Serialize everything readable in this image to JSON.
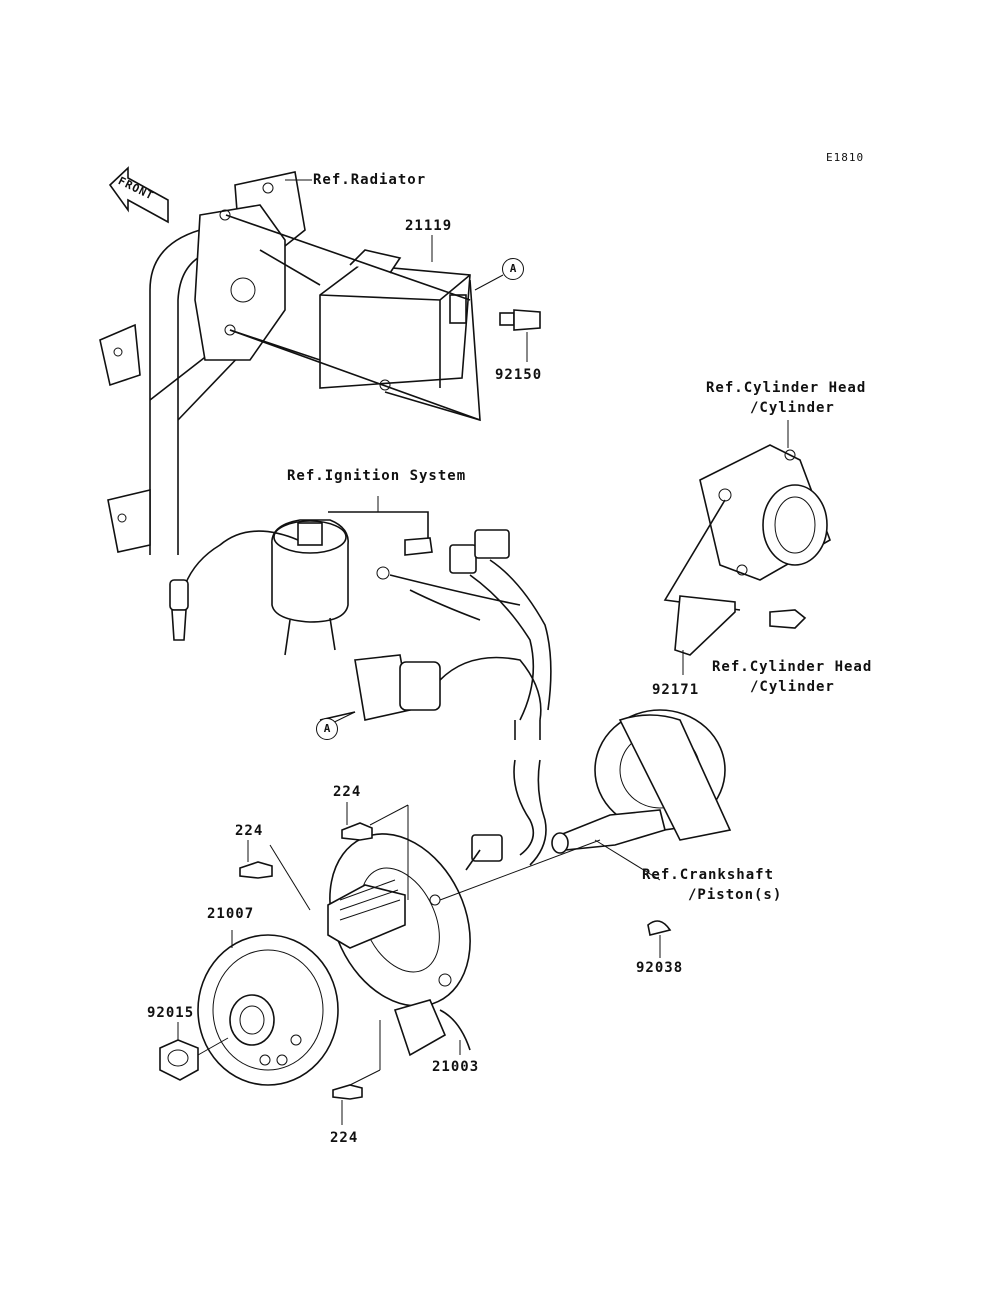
{
  "diagram_id": "E1810",
  "front_label": "FRONT",
  "callout_a": "A",
  "labels": {
    "ref_radiator": "Ref.Radiator",
    "part_21119": "21119",
    "part_92150": "92150",
    "ref_cylinder_head_top_1": "Ref.Cylinder Head",
    "ref_cylinder_head_top_2": "/Cylinder",
    "ref_ignition_system": "Ref.Ignition System",
    "ref_cylinder_head_bottom_1": "Ref.Cylinder Head",
    "ref_cylinder_head_bottom_2": "/Cylinder",
    "part_92171": "92171",
    "part_224_a": "224",
    "part_224_b": "224",
    "part_224_c": "224",
    "part_21007": "21007",
    "part_92015": "92015",
    "part_21003": "21003",
    "ref_crankshaft_1": "Ref.Crankshaft",
    "ref_crankshaft_2": "/Piston(s)",
    "part_92038": "92038"
  }
}
